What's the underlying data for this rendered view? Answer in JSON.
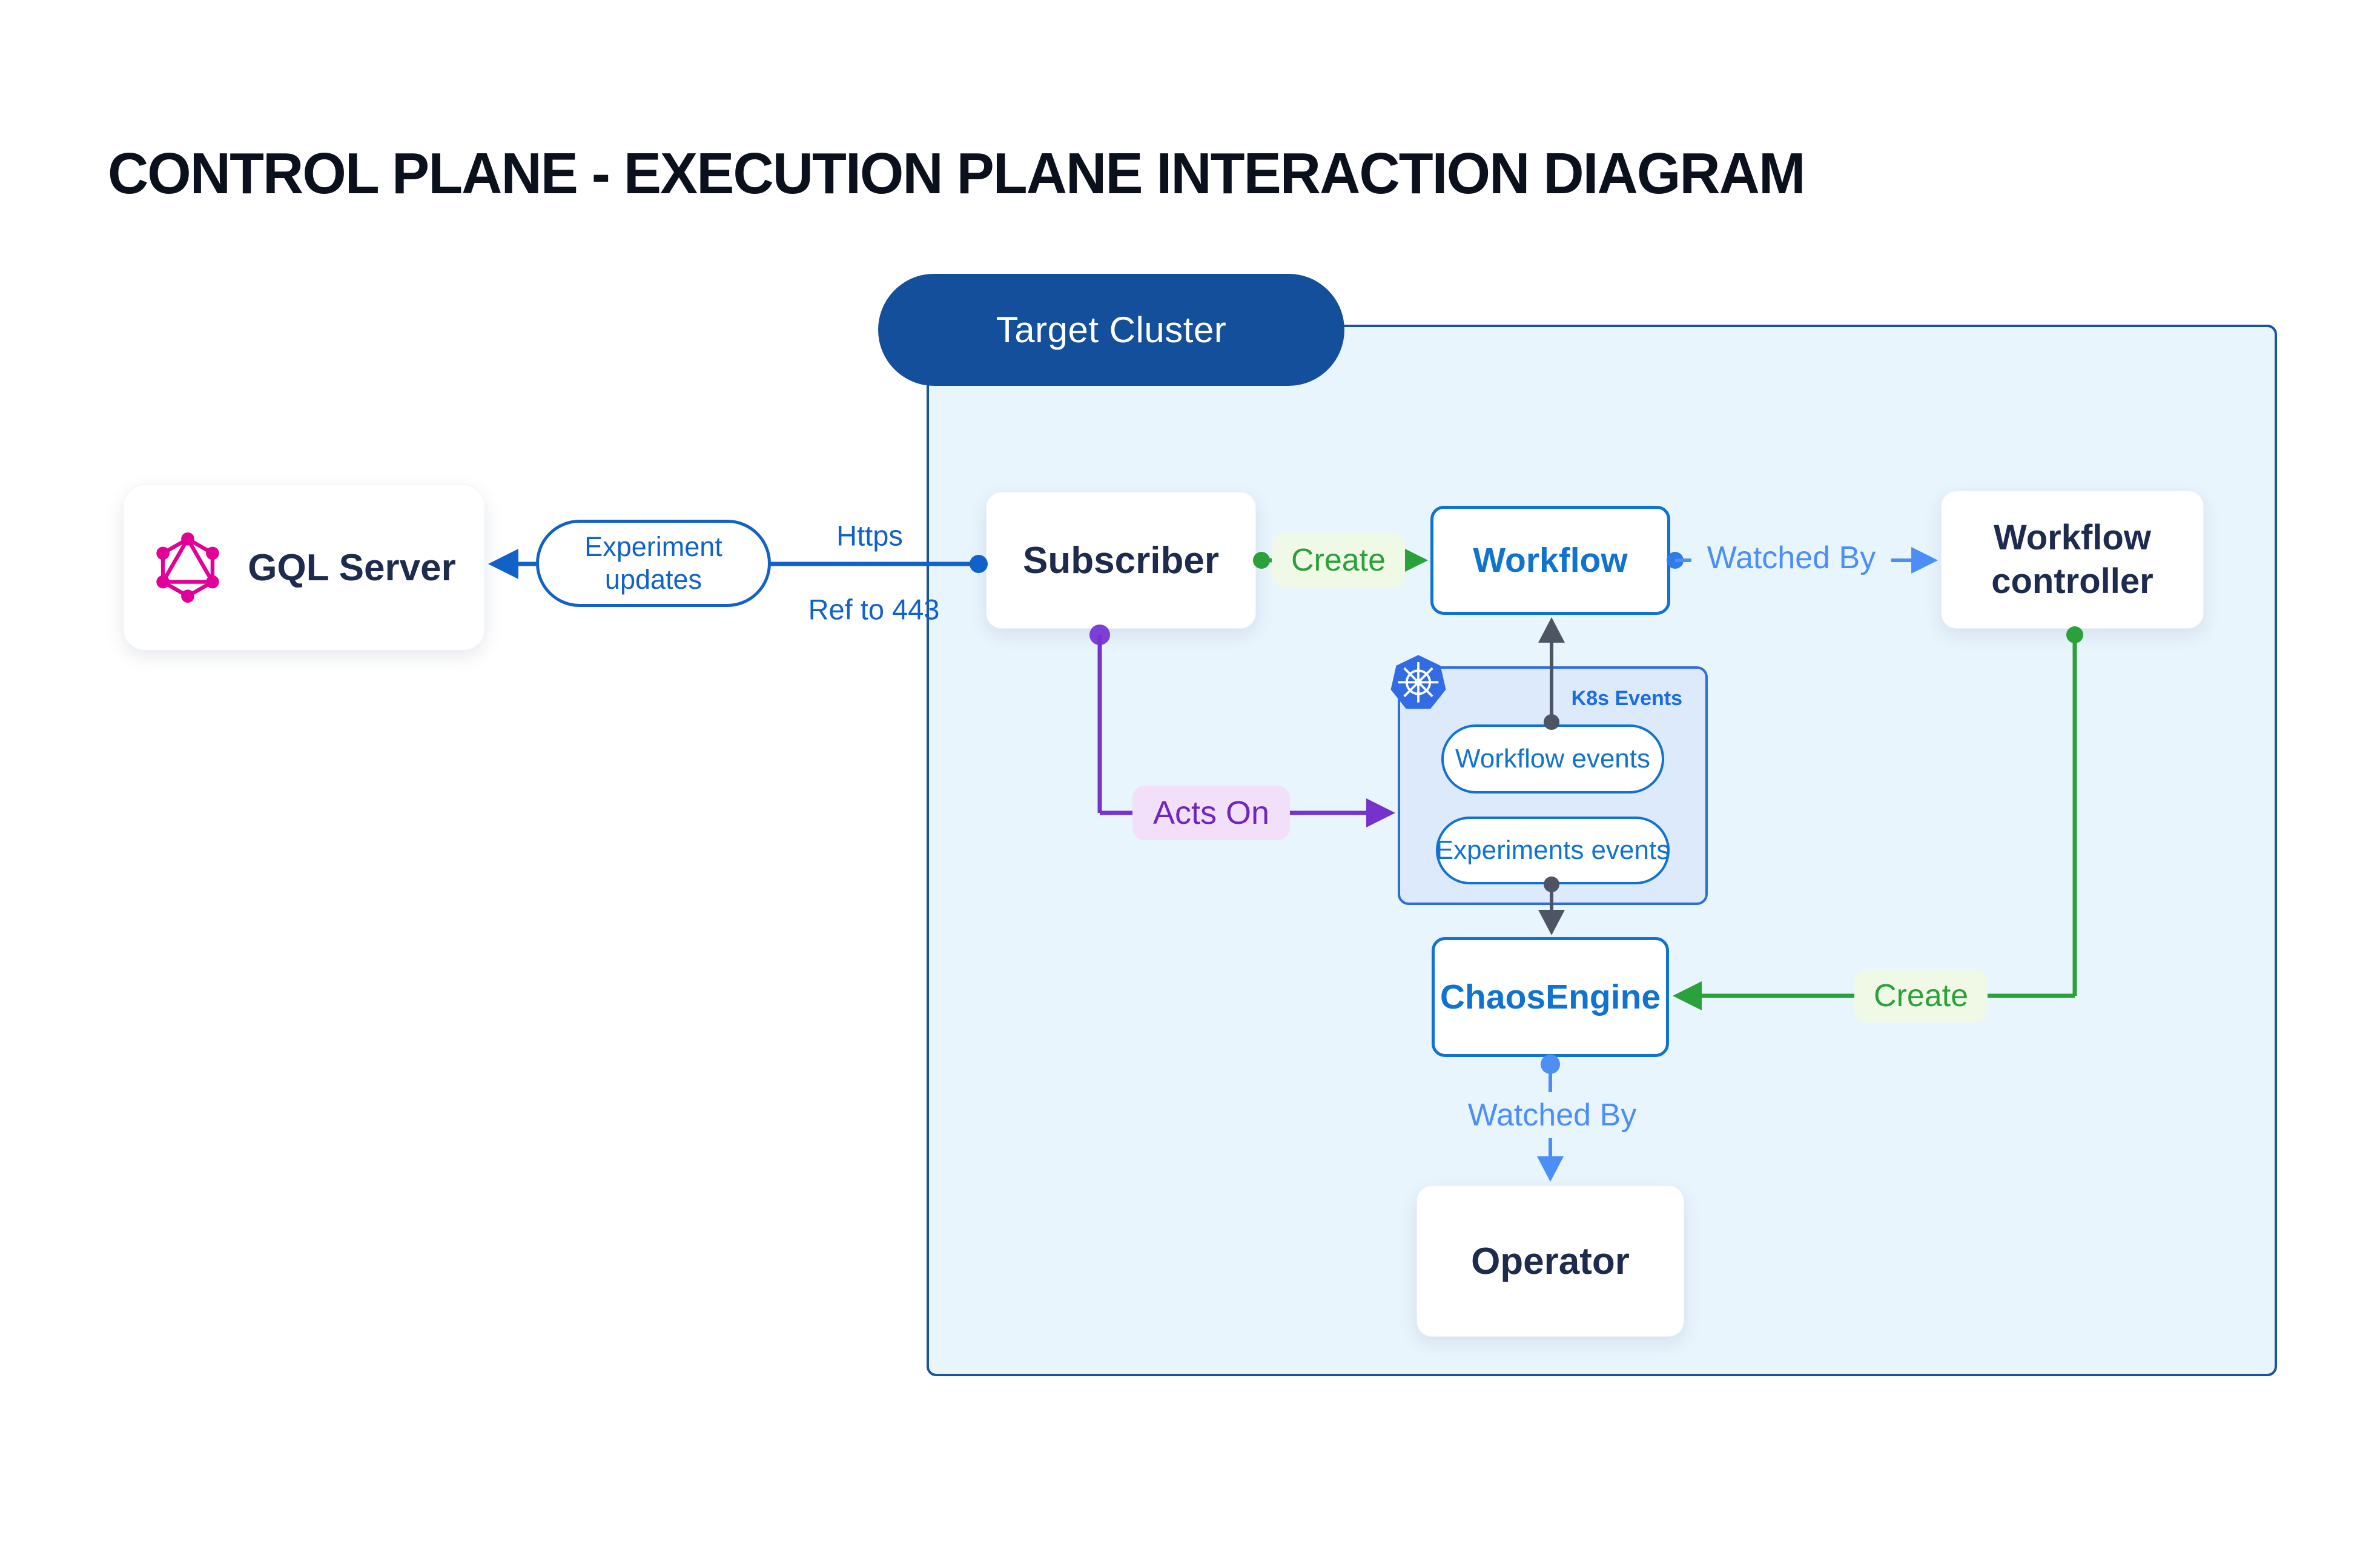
{
  "title": "CONTROL PLANE - EXECUTION PLANE INTERACTION DIAGRAM",
  "cluster": {
    "label": "Target Cluster"
  },
  "nodes": {
    "gql_server": "GQL Server",
    "subscriber": "Subscriber",
    "workflow": "Workflow",
    "workflow_controller": "Workflow controller",
    "chaos_engine": "ChaosEngine",
    "operator": "Operator"
  },
  "k8s_events": {
    "label": "K8s Events",
    "workflow_events": "Workflow events",
    "experiments_events": "Experiments events"
  },
  "edges": {
    "experiment_updates": "Experiment updates",
    "https": "Https",
    "ref": "Ref to 443",
    "create_workflow": "Create",
    "watched_by_workflow": "Watched By",
    "acts_on": "Acts On",
    "create_chaos": "Create",
    "watched_by_operator": "Watched By"
  },
  "colors": {
    "cluster_fill": "#e9f5fd",
    "cluster_border": "#1a539f",
    "target_pill": "#134f9a",
    "primary_blue": "#1062c9",
    "node_blue": "#1073cf",
    "light_blue": "#4b8ef5",
    "green": "#2aa13a",
    "purple": "#7533cb",
    "gray": "#4d5464",
    "navy_text": "#1d2b4f",
    "graphql_pink": "#e10098",
    "kubernetes_blue": "#326ce5",
    "k8s_box_fill": "#dceafb"
  }
}
